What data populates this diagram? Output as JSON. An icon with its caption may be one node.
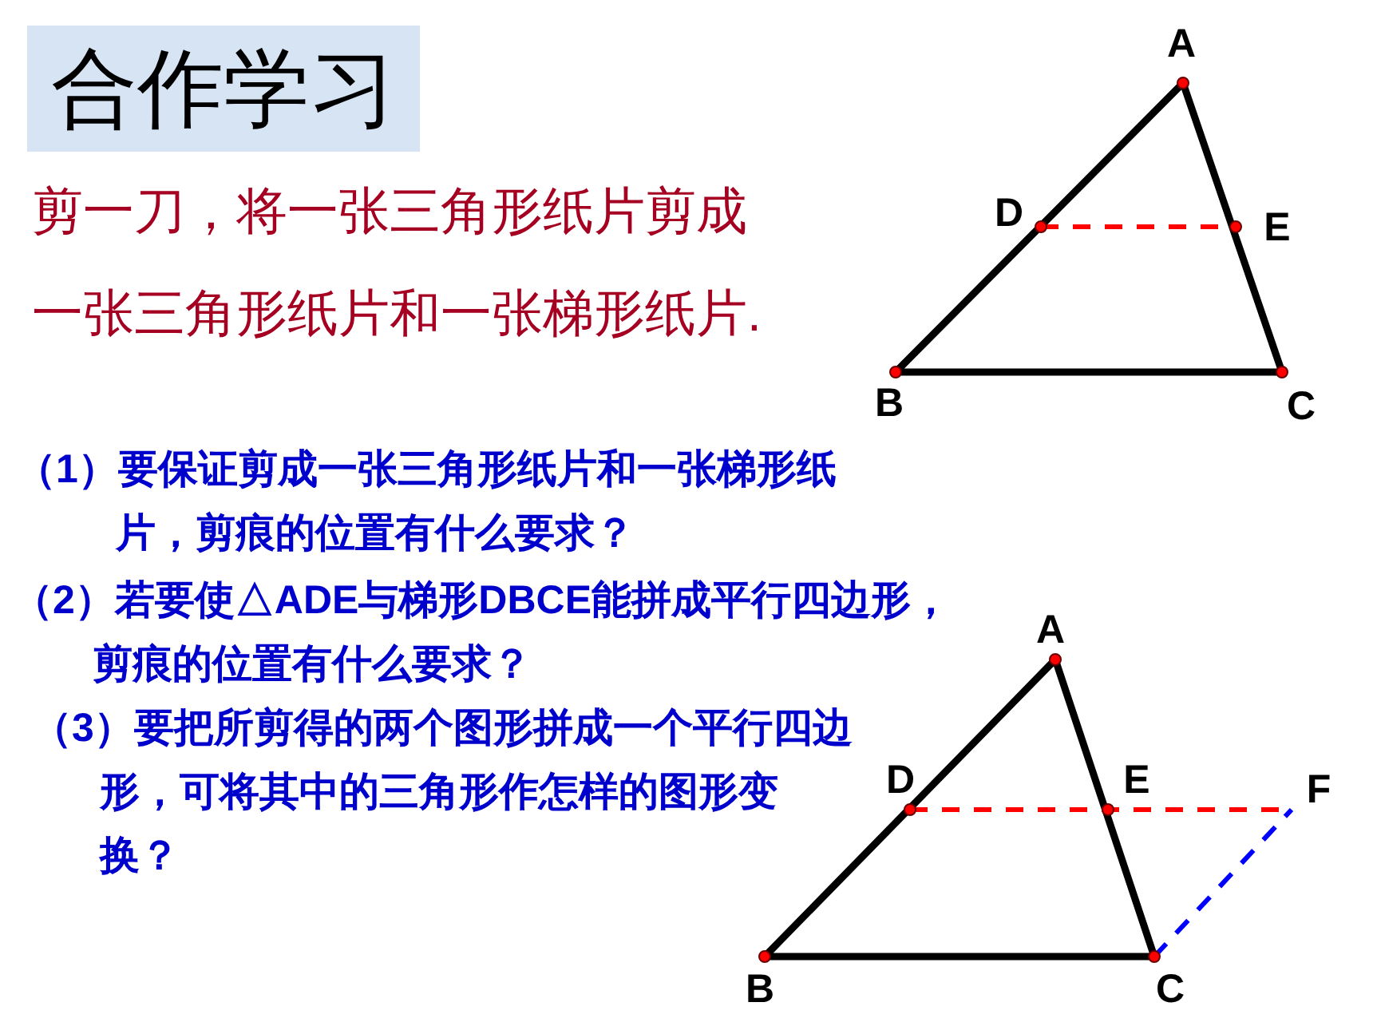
{
  "diagram": {
    "title": "合作学习",
    "labels": [
      "剪一刀，将一张三角形纸片剪成一张三角形纸片和一张梯形纸片.",
      "A",
      "D",
      "E",
      "B",
      "C",
      "（1）要保证剪成一张三角形纸片和一张梯形纸片，剪痕的位置有什么要求？",
      "（2）若要使△ADE与梯形DBCE能拼成平行四边形，剪痕的位置有什么要求？",
      "（3）要把所剪得的两个图形拼成一个平行四边形，可将其中的三角形作怎样的图形变换？",
      "A",
      "D",
      "E",
      "F",
      "B",
      "C"
    ]
  }
}
